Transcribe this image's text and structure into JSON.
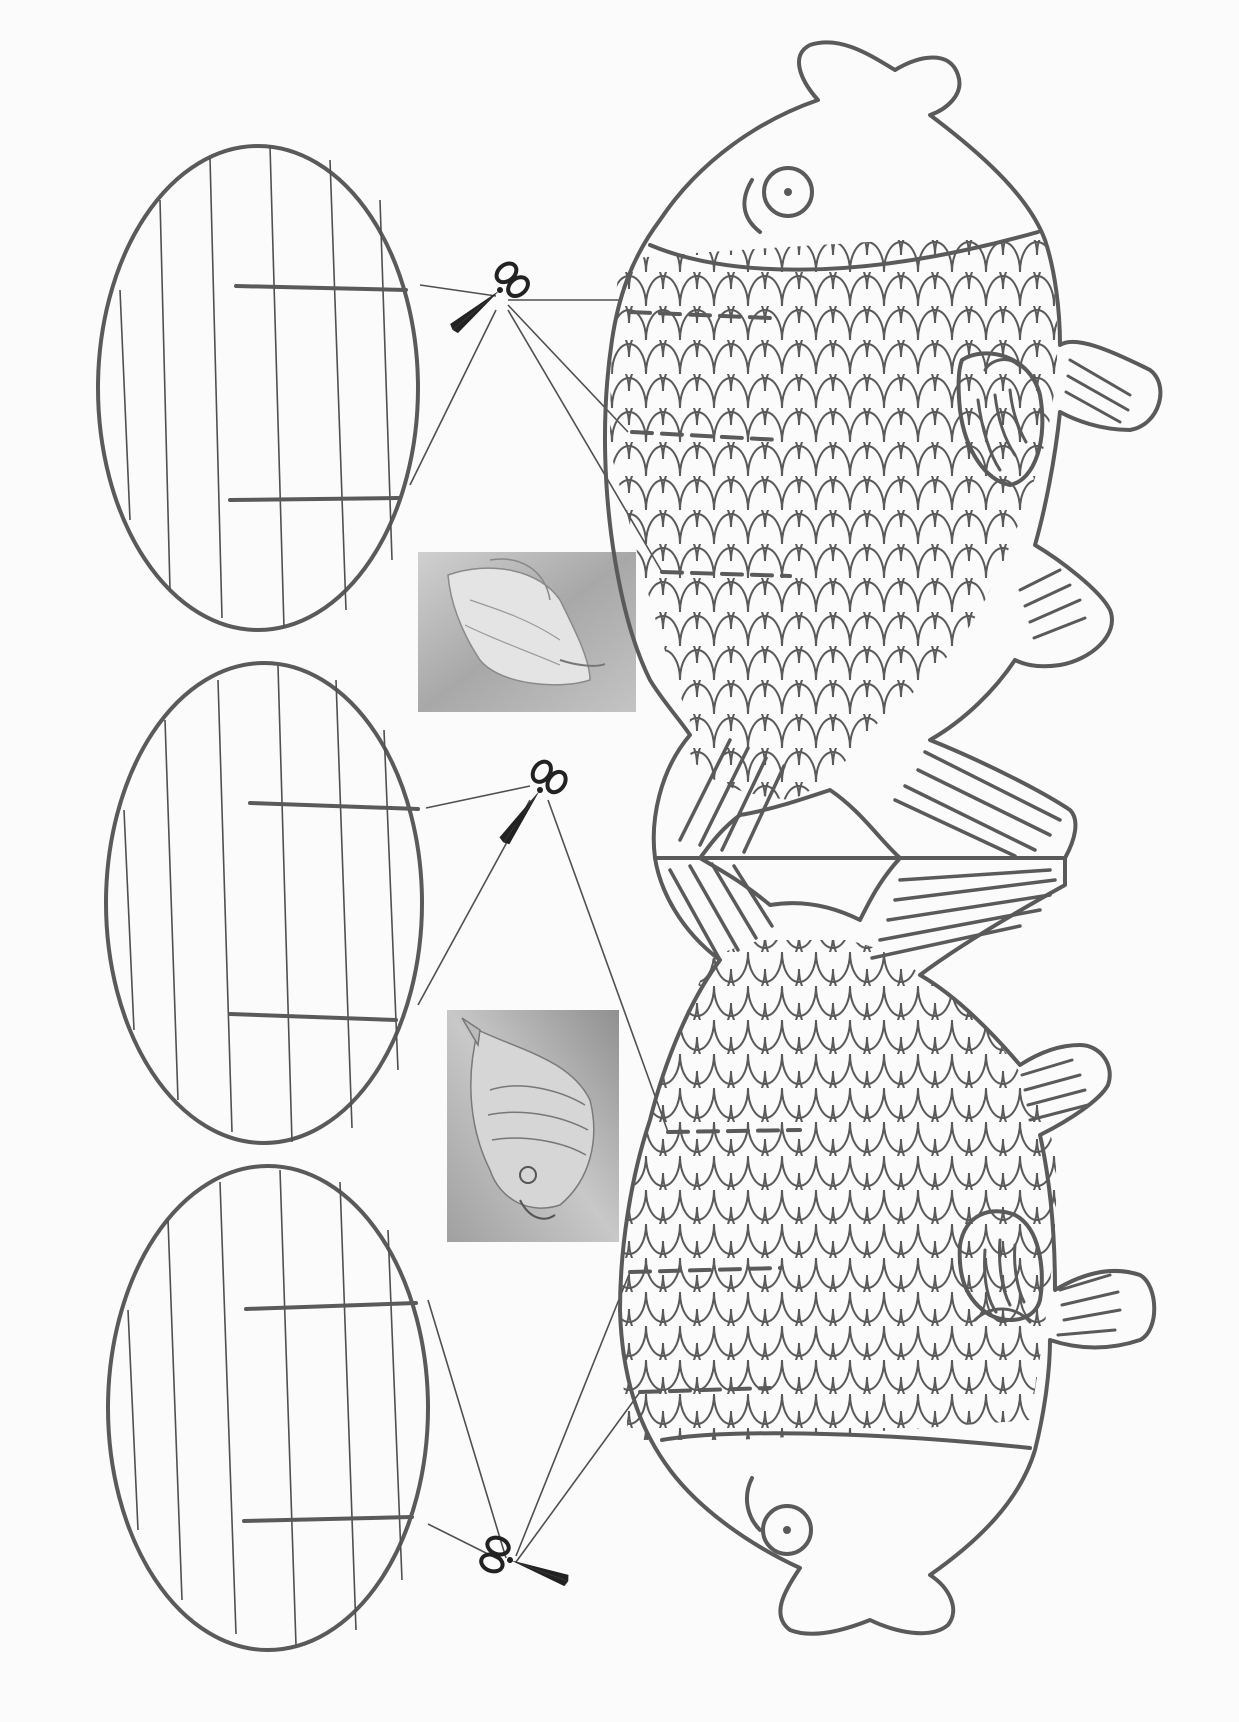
{
  "page": {
    "background": "#fbfbfb",
    "ink_color": "#5a5a5a",
    "photo_tone": "#b9b9b9"
  },
  "template": {
    "ovals": [
      {
        "name": "oval-top"
      },
      {
        "name": "oval-middle"
      },
      {
        "name": "oval-bottom"
      }
    ],
    "scissors": [
      {
        "name": "scissors-icon-top"
      },
      {
        "name": "scissors-icon-middle"
      },
      {
        "name": "scissors-icon-bottom"
      }
    ],
    "photos": [
      {
        "name": "photo-folded-fish-1",
        "subject": "fish-photo"
      },
      {
        "name": "photo-folded-fish-2",
        "subject": "fish-photo"
      }
    ],
    "fish": [
      {
        "name": "fish-upper",
        "orientation": "head-up"
      },
      {
        "name": "fish-lower",
        "orientation": "head-down"
      }
    ]
  }
}
